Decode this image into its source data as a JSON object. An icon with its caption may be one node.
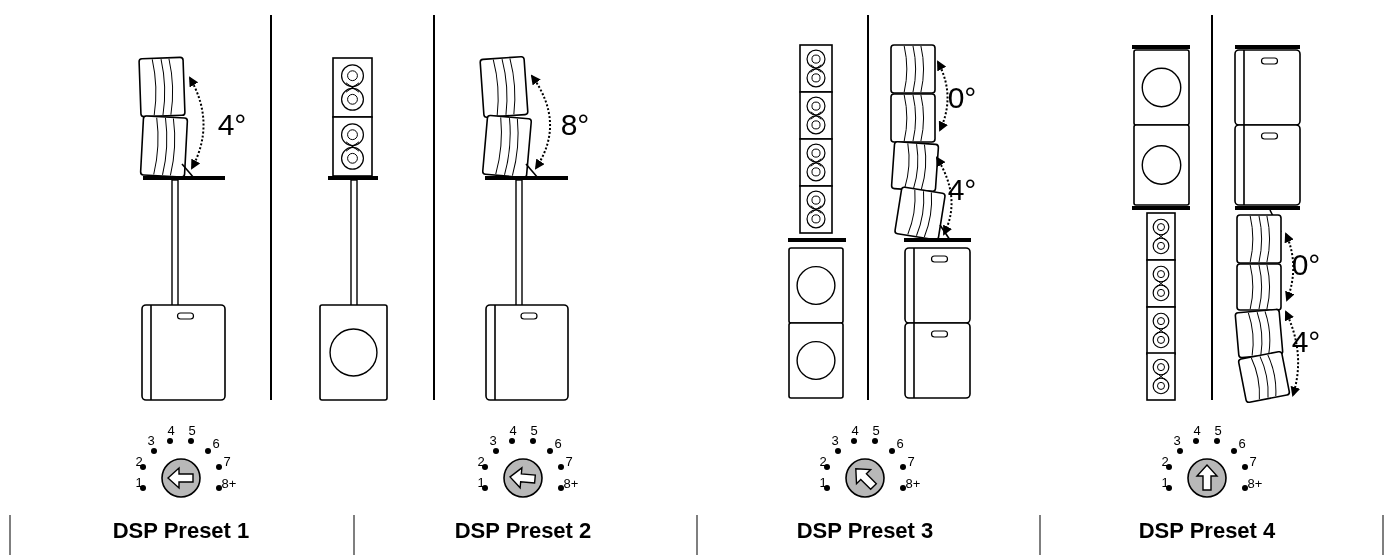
{
  "diagram": {
    "labels": [
      "4°",
      "4",
      "5",
      "3",
      "6",
      "2",
      "7",
      "1",
      "8+",
      "DSP Preset 1",
      "8°",
      "4",
      "5",
      "3",
      "6",
      "2",
      "7",
      "1",
      "8+",
      "DSP Preset 2",
      "0°",
      "4°",
      "4",
      "5",
      "3",
      "6",
      "2",
      "7",
      "1",
      "8+",
      "DSP Preset 3",
      "0°",
      "4°",
      "4",
      "5",
      "3",
      "6",
      "2",
      "7",
      "1",
      "8+",
      "DSP Preset 4"
    ]
  }
}
